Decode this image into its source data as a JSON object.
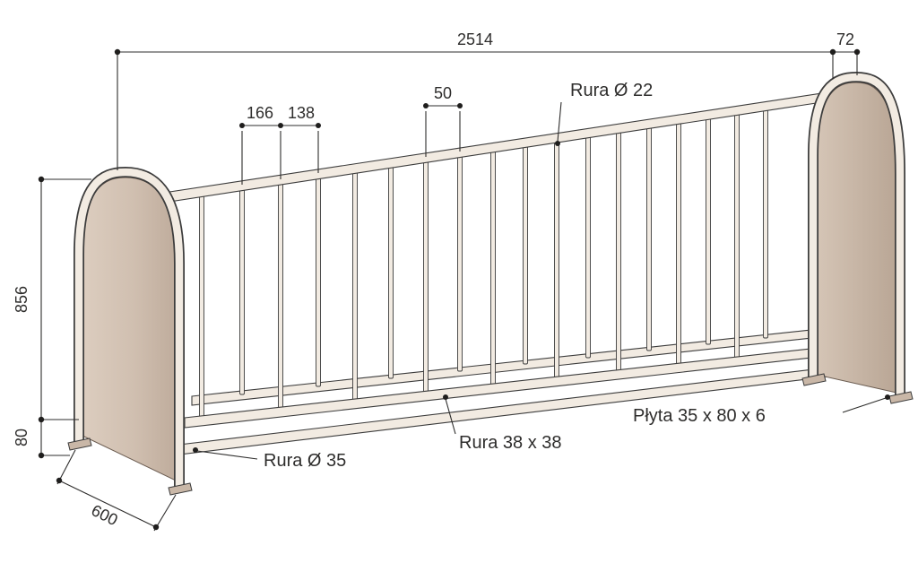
{
  "diagram": {
    "type": "technical-drawing",
    "subject": "bike-rack",
    "dims": {
      "total_length": "2514",
      "end_offset": "72",
      "spacing_a": "166",
      "spacing_b": "138",
      "pair_gap": "50",
      "height": "856",
      "base_height": "80",
      "depth": "600"
    },
    "labels": {
      "tube_vertical": "Rura Ø 22",
      "tube_arch": "Rura Ø 35",
      "profile": "Rura 38 x 38",
      "plate": "Płyta 35 x 80 x 6"
    },
    "colors": {
      "background": "#ffffff",
      "panel": "#d9cabc",
      "panel_dark": "#c2b0a1",
      "tube_fill": "#f2ebe2",
      "outline": "#3c3c3c",
      "dimension": "#2e2d2c"
    }
  }
}
